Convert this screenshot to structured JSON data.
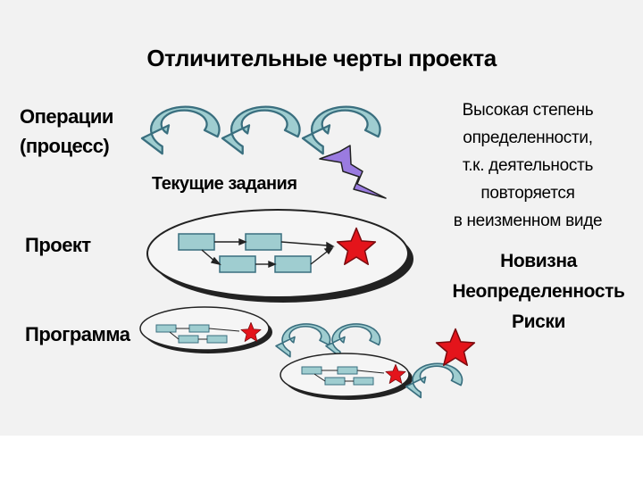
{
  "title": "Отличительные черты проекта",
  "operations": {
    "label_line1": "Операции",
    "label_line2": "(процесс)",
    "caption": "Текущие задания",
    "description": [
      "Высокая степень",
      "определенности,",
      "т.к. деятельность",
      "повторяется",
      "в неизменном виде"
    ]
  },
  "project": {
    "label": "Проект"
  },
  "program": {
    "label": "Программа"
  },
  "project_traits": [
    "Новизна",
    "Неопределенность",
    "Риски"
  ],
  "colors": {
    "arrow_fill": "#9fcdd0",
    "arrow_stroke": "#3a6f7f",
    "box_fill": "#9fcdd0",
    "ellipse_fill": "#f5f5f5",
    "star_fill": "#e4141b",
    "lightning_fill": "#9a7be0"
  }
}
